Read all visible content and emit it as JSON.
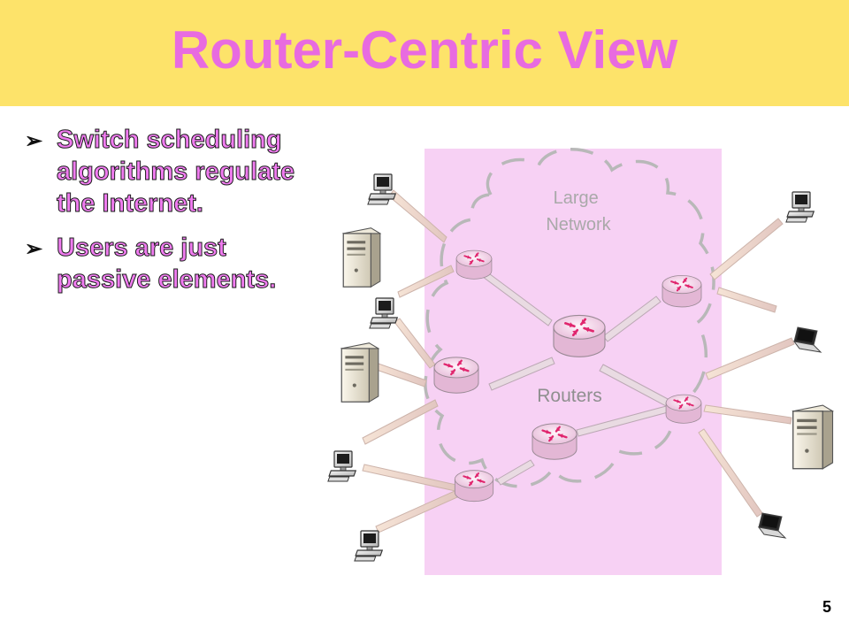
{
  "slide": {
    "title": "Router-Centric View",
    "page_number": "5"
  },
  "bullets": [
    {
      "marker": "➢",
      "text": "Switch scheduling algorithms regulate the Internet."
    },
    {
      "marker": "➢",
      "text": "Users are just passive elements."
    }
  ],
  "diagram": {
    "network_label_line1": "Large",
    "network_label_line2": "Network",
    "routers_label": "Routers",
    "colors": {
      "panel": "#f7d1f4",
      "cloud_outline": "#b8b8b8",
      "router_fill": "#f6d6ee",
      "arrow_marks": "#e0266e",
      "title_bar": "#fde36a",
      "title_text": "#e86be0"
    },
    "icons": {
      "left": [
        "desktop-pc-icon",
        "server-tower-icon",
        "desktop-pc-icon",
        "server-tower-icon",
        "desktop-pc-icon",
        "desktop-pc-icon"
      ],
      "right": [
        "desktop-pc-icon",
        "laptop-icon",
        "server-tower-icon",
        "laptop-icon"
      ]
    }
  }
}
